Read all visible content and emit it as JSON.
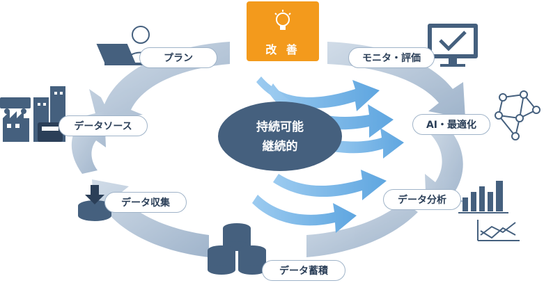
{
  "center": {
    "line1": "持続可能",
    "line2": "継続的"
  },
  "kaizen": {
    "label": "改 善",
    "icon": "lightbulb-icon"
  },
  "steps": [
    {
      "id": "plan",
      "label": "プラン",
      "icon": "laptop-user-icon"
    },
    {
      "id": "datasource",
      "label": "データソース",
      "icon": "factory-city-icon"
    },
    {
      "id": "collect",
      "label": "データ収集",
      "icon": "database-download-icon"
    },
    {
      "id": "store",
      "label": "データ蓄積",
      "icon": "database-stack-icon"
    },
    {
      "id": "analyze",
      "label": "データ分析",
      "icon": "bar-line-chart-icon"
    },
    {
      "id": "optimize",
      "label": "AI・最適化",
      "icon": "neural-network-icon"
    },
    {
      "id": "monitor",
      "label": "モニタ・評価",
      "icon": "monitor-check-icon"
    }
  ],
  "colors": {
    "accent": "#f39a1c",
    "dark": "#45607e",
    "cycle": "#b8c8da",
    "arrow": "#7fb8e6"
  }
}
